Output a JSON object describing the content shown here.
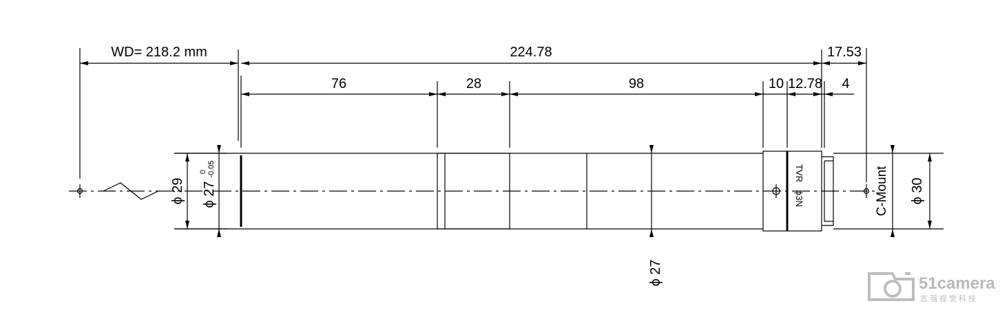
{
  "dimensions": {
    "working_distance": "WD= 218.2 mm",
    "overall_length": "224.78",
    "flange_offset": "17.53",
    "seg_76": "76",
    "seg_28": "28",
    "seg_98": "98",
    "seg_10": "10",
    "seg_12_78": "12.78",
    "seg_4": "4"
  },
  "diameters": {
    "phi_29": "ϕ 29",
    "phi_27_tol": "ϕ 27",
    "tol_upper": "0",
    "tol_lower": "-0.05",
    "phi_27_body": "ϕ 27",
    "phi_30": "ϕ 30"
  },
  "labels": {
    "mount": "C-Mount",
    "ring_text_1": "TVR",
    "ring_text_2": "ϕ3N"
  },
  "watermark": {
    "brand": "51camera",
    "tagline": "志强视觉科技"
  }
}
